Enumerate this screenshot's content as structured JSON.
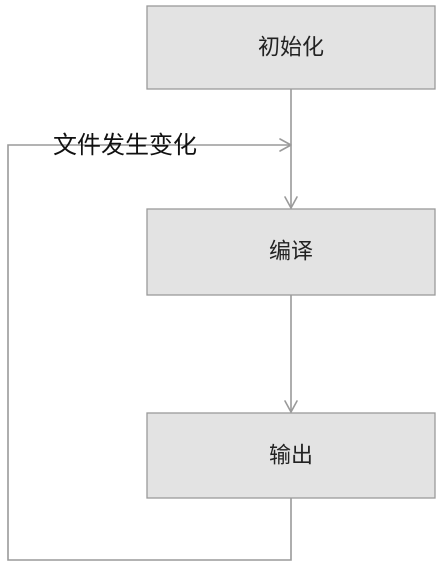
{
  "diagram": {
    "nodes": [
      {
        "id": "init",
        "label": "初始化"
      },
      {
        "id": "compile",
        "label": "编译"
      },
      {
        "id": "output",
        "label": "输出"
      }
    ],
    "edges": [
      {
        "from": "init",
        "to": "compile"
      },
      {
        "from": "compile",
        "to": "output"
      },
      {
        "from": "output",
        "to": "compile",
        "label": "文件发生变化"
      }
    ]
  }
}
